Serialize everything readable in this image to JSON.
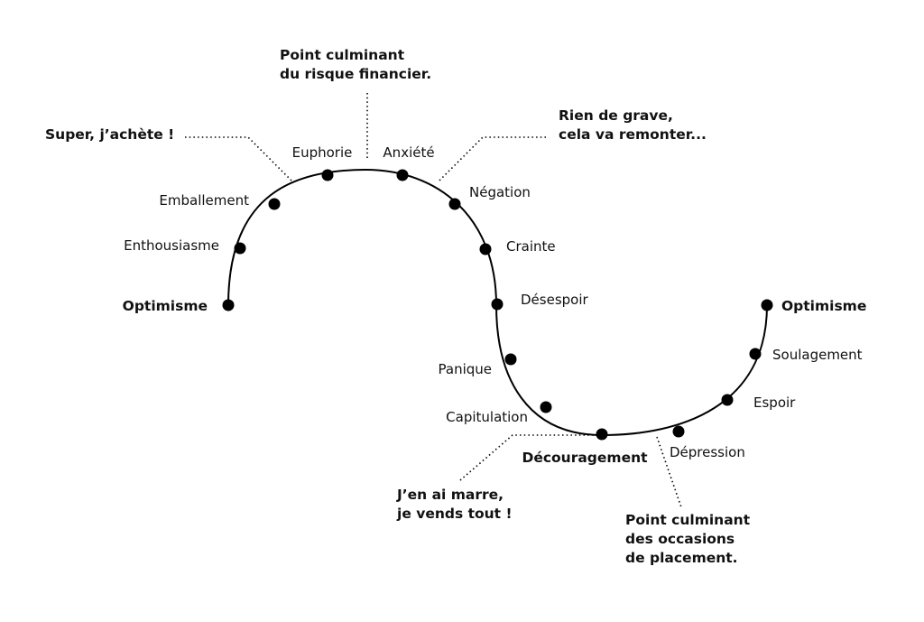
{
  "stages": {
    "optimisme_start": "Optimisme",
    "enthousiasme": "Enthousiasme",
    "emballement": "Emballement",
    "euphorie": "Euphorie",
    "anxiete": "Anxiété",
    "negation": "Négation",
    "crainte": "Crainte",
    "desespoir": "Désespoir",
    "panique": "Panique",
    "capitulation": "Capitulation",
    "decouragement": "Découragement",
    "depression": "Dépression",
    "espoir": "Espoir",
    "soulagement": "Soulagement",
    "optimisme_end": "Optimisme"
  },
  "callouts": {
    "super": "Super, j’achète !",
    "peak_line1": "Point culminant",
    "peak_line2": "du risque financier.",
    "rien_line1": "Rien de grave,",
    "rien_line2": "cela va remonter...",
    "marre_line1": "J’en ai marre,",
    "marre_line2": "je vends tout !",
    "opp_line1": "Point culminant",
    "opp_line2": "des occasions",
    "opp_line3": "de placement."
  }
}
